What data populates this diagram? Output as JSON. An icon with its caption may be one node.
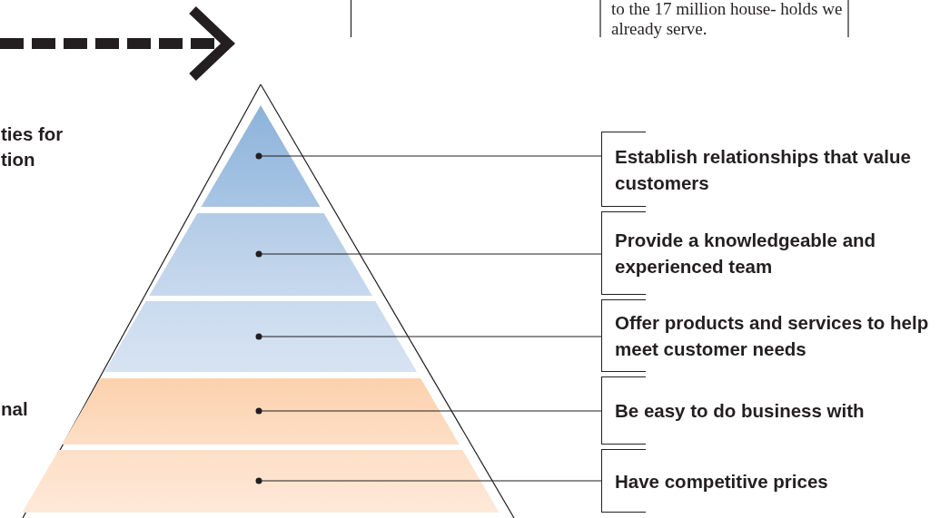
{
  "diagram": {
    "nodes": [
      {
        "text": [],
        "shape": "triangle"
      },
      {
        "text": [],
        "shape": "trapezoid"
      },
      {
        "text": [],
        "shape": "trapezoid"
      },
      {
        "text": [],
        "shape": "trapezoid"
      },
      {
        "text": [],
        "shape": "trapezoid"
      },
      {
        "text": [
          "Establish relationships that value customers"
        ]
      },
      {
        "text": [
          "Provide a knowledgeable and experienced team"
        ]
      },
      {
        "text": [
          "Offer products and services to help meet customer needs"
        ]
      },
      {
        "text": [
          "Be easy to do business with"
        ]
      },
      {
        "text": [
          "Have competitive prices"
        ]
      }
    ],
    "edges": [
      {
        "from": 0,
        "to": 5,
        "arrow": "other"
      },
      {
        "from": 1,
        "to": 6,
        "arrow": "other"
      },
      {
        "from": 2,
        "to": 7,
        "arrow": "other"
      },
      {
        "from": 3,
        "to": 8,
        "arrow": "other"
      },
      {
        "from": 4,
        "to": 9,
        "arrow": "other"
      }
    ],
    "labels": [
      "to the 17 million house- holds we already serve.",
      "ties for tion",
      "nal"
    ]
  }
}
